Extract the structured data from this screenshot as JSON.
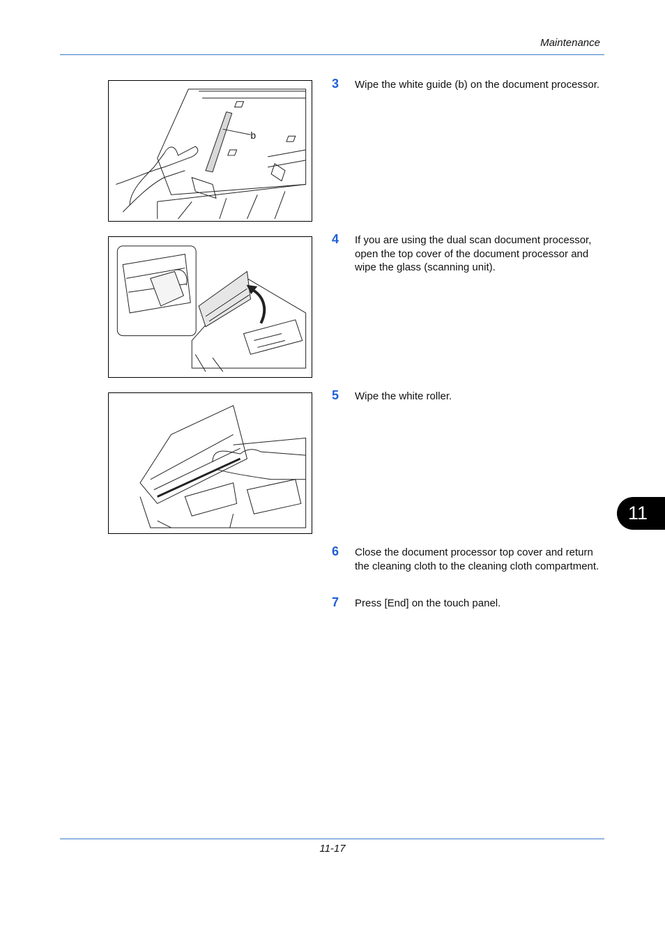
{
  "header": {
    "section_title": "Maintenance"
  },
  "footer": {
    "page_number": "11-17"
  },
  "chapter_tab": {
    "label": "11"
  },
  "figures": [
    {
      "callout": "b"
    }
  ],
  "steps": [
    {
      "num": "3",
      "text": "Wipe the white guide (b) on the document processor."
    },
    {
      "num": "4",
      "text": "If you are using the dual scan document processor, open the top cover of the document processor and wipe the glass (scanning unit)."
    },
    {
      "num": "5",
      "text": "Wipe the white roller."
    },
    {
      "num": "6",
      "text": "Close the document processor top cover and return the cleaning cloth to the cleaning cloth compartment."
    },
    {
      "num": "7",
      "text": "Press [End] on the touch panel."
    }
  ],
  "colors": {
    "rule": "#3a7ac9",
    "step_number": "#1f5fd6",
    "tab_bg": "#000000"
  }
}
